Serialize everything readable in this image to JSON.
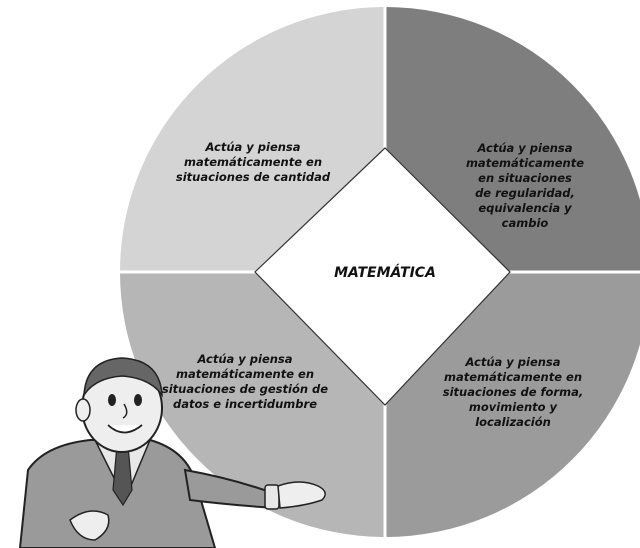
{
  "center": {
    "title": "MATEMÁTICA"
  },
  "quadrants": [
    {
      "position": "top-left",
      "text": "Actúa y piensa\nmatemáticamente en\nsituaciones de cantidad",
      "fill": "#d4d4d4"
    },
    {
      "position": "top-right",
      "text": "Actúa y piensa\nmatemáticamente\nen situaciones\nde regularidad,\nequivalencia y\ncambio",
      "fill": "#7e7e7e"
    },
    {
      "position": "bottom-left",
      "text": "Actúa y piensa\nmatemáticamente en\nsituaciones de gestión de\ndatos e incertidumbre",
      "fill": "#b6b6b6"
    },
    {
      "position": "bottom-right",
      "text": "Actúa y piensa\nmatemáticamente en\nsituaciones de forma,\nmovimiento y\nlocalización",
      "fill": "#9b9b9b"
    }
  ],
  "colors": {
    "background": "#ffffff",
    "diamond": "#ffffff",
    "divider": "#ffffff",
    "text": "#111111"
  },
  "illustration": {
    "icon": "teacher-character-icon"
  }
}
